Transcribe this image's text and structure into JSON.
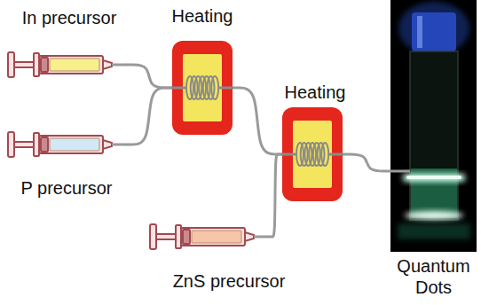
{
  "diagram": {
    "nodes": [
      {
        "text": [
          "In precursor"
        ]
      },
      {
        "text": [
          "P precursor"
        ]
      },
      {
        "text": [
          "Heating"
        ]
      },
      {
        "text": [
          "Heating"
        ]
      },
      {
        "text": [
          "ZnS precursor"
        ]
      },
      {
        "text": [
          "Quantum Dots"
        ]
      }
    ],
    "edges": [
      {
        "from": 0,
        "to": 2,
        "arrow": "none"
      },
      {
        "from": 1,
        "to": 2,
        "arrow": "none"
      },
      {
        "from": 2,
        "to": 3,
        "arrow": "none"
      },
      {
        "from": 4,
        "to": 3,
        "arrow": "none"
      },
      {
        "from": 3,
        "to": 5,
        "arrow": "none"
      }
    ]
  }
}
